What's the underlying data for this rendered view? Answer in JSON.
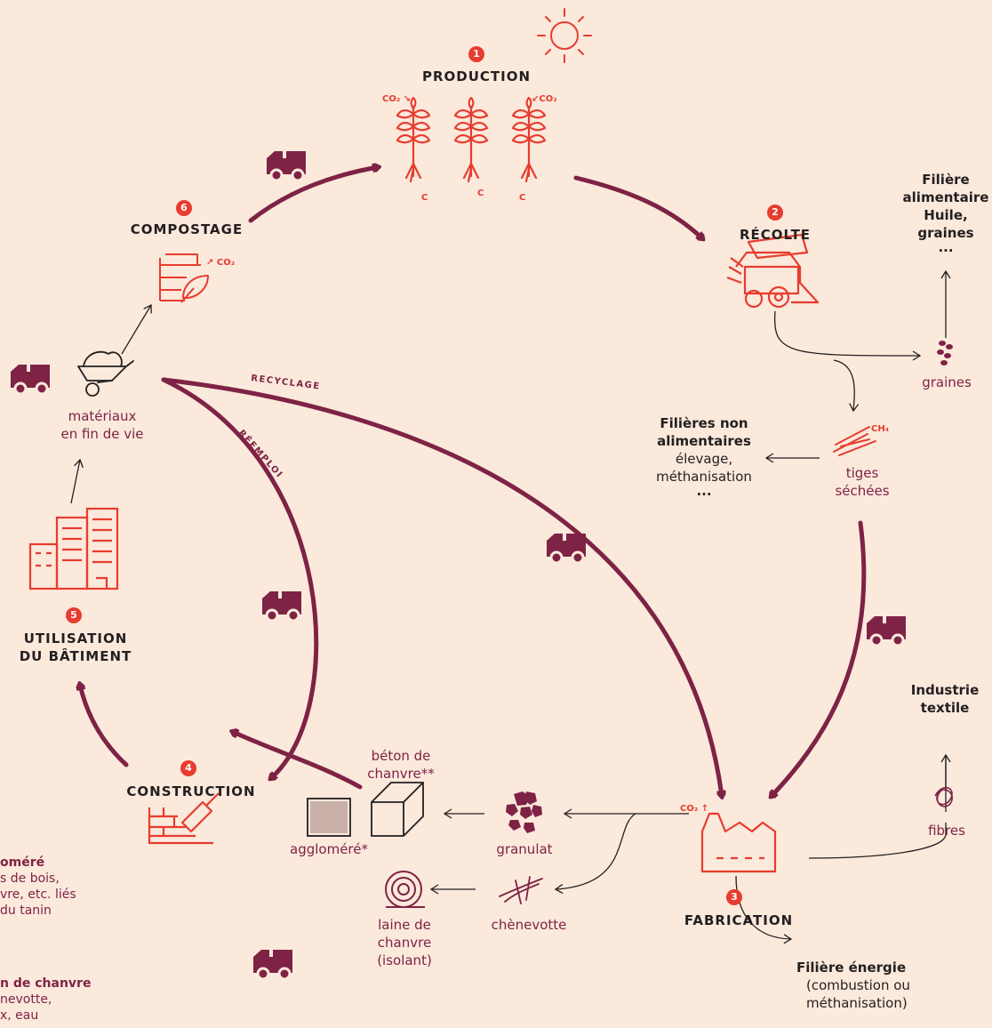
{
  "stages": {
    "production": {
      "num": "1",
      "label": "PRODUCTION"
    },
    "recolte": {
      "num": "2",
      "label": "RÉCOLTE"
    },
    "fabrication": {
      "num": "3",
      "label": "FABRICATION"
    },
    "construction": {
      "num": "4",
      "label": "CONSTRUCTION"
    },
    "utilisation": {
      "num": "5",
      "line1": "UTILISATION",
      "line2": "DU BÂTIMENT"
    },
    "compostage": {
      "num": "6",
      "label": "COMPOSTAGE"
    }
  },
  "co2": {
    "in_left": "CO₂ ↘",
    "in_right": "↙CO₂",
    "up_compost": "↗ CO₂",
    "up_factory": "CO₂ ↑",
    "ch4": "CH₄",
    "carbon": "C"
  },
  "filieres": {
    "alimentaire": {
      "line1": "Filière",
      "line2": "alimentaire",
      "line3": "Huile,",
      "line4": "graines",
      "line5": "..."
    },
    "non_alimentaire": {
      "line1": "Filières non",
      "line2": "alimentaires",
      "line3": "élevage,",
      "line4": "méthanisation",
      "line5": "..."
    },
    "textile": {
      "line1": "Industrie",
      "line2": "textile"
    },
    "energie": {
      "line1": "Filière énergie",
      "line2": "(combustion ou",
      "line3": "méthanisation)"
    }
  },
  "products": {
    "graines": "graines",
    "tiges": {
      "line1": "tiges",
      "line2": "séchées"
    },
    "fibres": "fibres",
    "granulat": "granulat",
    "chenevotte": "chènevotte",
    "laine": {
      "line1": "laine de",
      "line2": "chanvre",
      "line3": "(isolant)"
    },
    "beton": {
      "line1": "béton de",
      "line2": "chanvre**"
    },
    "agglomere": "aggloméré*",
    "materiaux": {
      "line1": "matériaux",
      "line2": "en fin de vie"
    }
  },
  "flows": {
    "recyclage": "RECYCLAGE",
    "reemploi": "RÉEMPLOI"
  },
  "footnotes": {
    "agglo": {
      "line1": "oméré",
      "line2": "s de bois,",
      "line3": "vre, etc. liés",
      "line4": "du tanin"
    },
    "beton": {
      "line1": "n de chanvre",
      "line2": "nevotte,",
      "line3": "x, eau"
    }
  },
  "colors": {
    "background": "#fbe9dc",
    "accent_red": "#e73c2e",
    "wine": "#7e2345",
    "text": "#231f20"
  }
}
